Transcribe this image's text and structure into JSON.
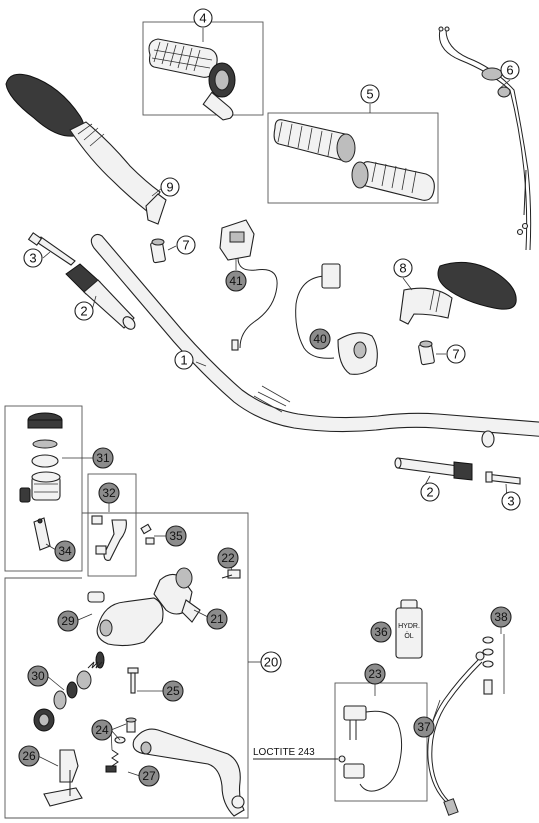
{
  "callouts": {
    "c1": "1",
    "c2a": "2",
    "c2b": "2",
    "c3a": "3",
    "c3b": "3",
    "c4": "4",
    "c5": "5",
    "c6": "6",
    "c7a": "7",
    "c7b": "7",
    "c8": "8",
    "c9": "9",
    "c20": "20",
    "c21": "21",
    "c22": "22",
    "c23": "23",
    "c24": "24",
    "c25": "25",
    "c26": "26",
    "c27": "27",
    "c29": "29",
    "c30": "30",
    "c31": "31",
    "c32": "32",
    "c34": "34",
    "c35": "35",
    "c36": "36",
    "c37": "37",
    "c38": "38",
    "c40": "40",
    "c41": "41"
  },
  "note": {
    "loctite": "LOCTITE 243"
  },
  "bottle": {
    "line1": "HYDR.",
    "line2": "ÖL"
  }
}
